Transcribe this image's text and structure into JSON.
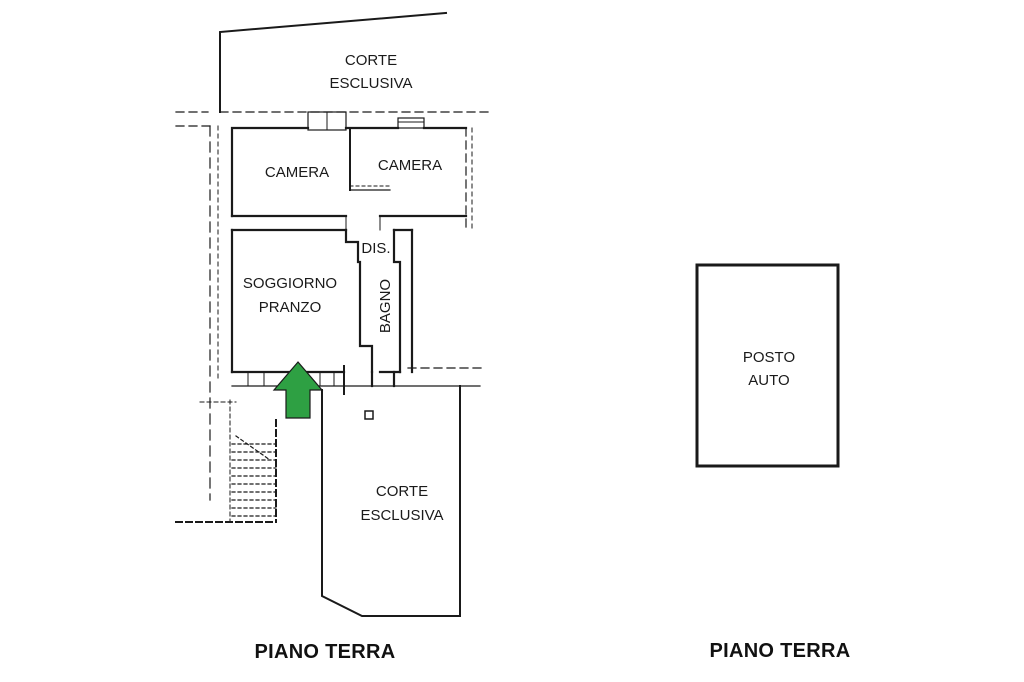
{
  "left_plan": {
    "corte_top": [
      "CORTE",
      "ESCLUSIVA"
    ],
    "camera_left": "CAMERA",
    "camera_right": "CAMERA",
    "disimpegno": "DIS.",
    "soggiorno": [
      "SOGGIORNO",
      "PRANZO"
    ],
    "bagno": "BAGNO",
    "corte_bottom": [
      "CORTE",
      "ESCLUSIVA"
    ],
    "floor_label": "PIANO TERRA",
    "entrance_arrow_color": "#2ea043"
  },
  "right_plan": {
    "posto_auto": [
      "POSTO",
      "AUTO"
    ],
    "floor_label": "PIANO TERRA"
  }
}
